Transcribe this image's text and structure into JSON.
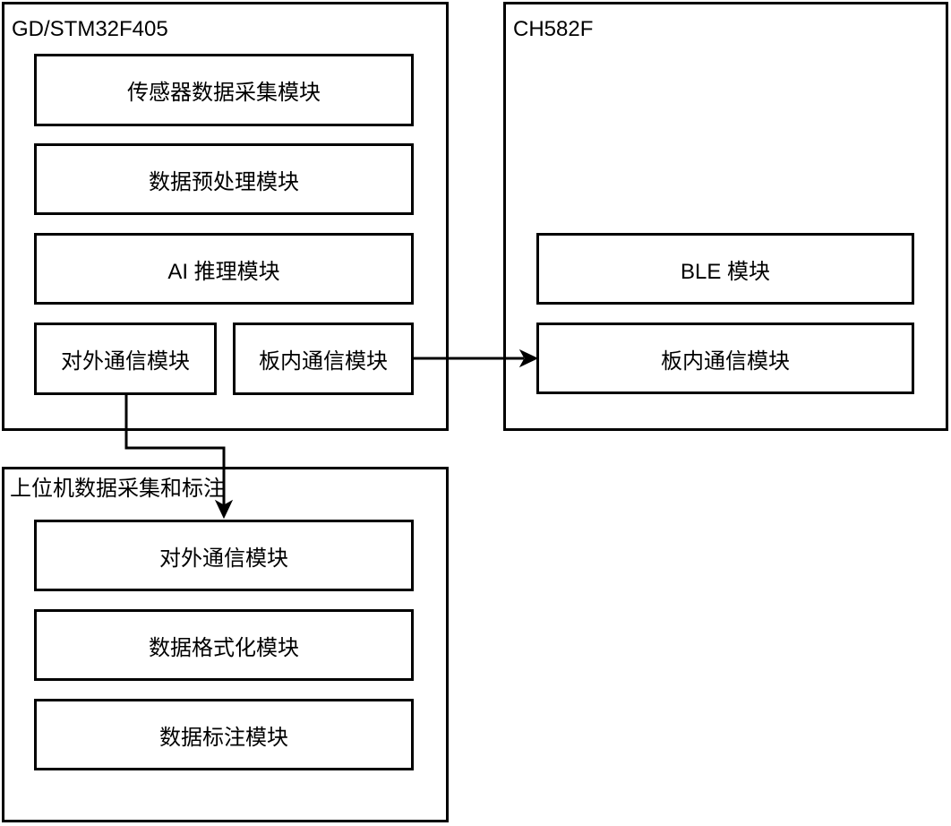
{
  "diagram": {
    "background_color": "#ffffff",
    "stroke_color": "#000000",
    "containers": [
      {
        "label": "GD/STM32F405",
        "modules": [
          {
            "label": "传感器数据采集模块"
          },
          {
            "label": "数据预处理模块"
          },
          {
            "label": "AI 推理模块"
          },
          {
            "label": "对外通信模块"
          },
          {
            "label": "板内通信模块"
          }
        ]
      },
      {
        "label": "CH582F",
        "modules": [
          {
            "label": "BLE 模块"
          },
          {
            "label": "板内通信模块"
          }
        ]
      },
      {
        "label": "上位机数据采集和标注",
        "modules": [
          {
            "label": "对外通信模块"
          },
          {
            "label": "数据格式化模块"
          },
          {
            "label": "数据标注模块"
          }
        ]
      }
    ],
    "connections": [
      {
        "from": "GD/STM32F405 板内通信模块",
        "to": "CH582F 板内通信模块",
        "style": "arrow-right"
      },
      {
        "from": "GD/STM32F405 对外通信模块",
        "to": "上位机数据采集和标注 对外通信模块",
        "style": "arrow-down-elbow"
      }
    ]
  }
}
